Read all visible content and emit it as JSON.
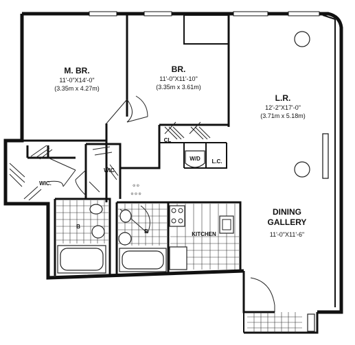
{
  "rooms": {
    "master_bedroom": {
      "name": "M. BR.",
      "dim_imperial": "11'-0\"X14'-0\"",
      "dim_metric": "(3.35m x 4.27m)"
    },
    "bedroom": {
      "name": "BR.",
      "dim_imperial": "11'-0\"X11'-10\"",
      "dim_metric": "(3.35m x 3.61m)"
    },
    "living_room": {
      "name": "L.R.",
      "dim_imperial": "12'-2\"X17'-0\"",
      "dim_metric": "(3.71m x 5.18m)"
    },
    "dining": {
      "name_line1": "DINING",
      "name_line2": "GALLERY",
      "dim_imperial": "11'-0\"X11'-6\""
    }
  },
  "labels": {
    "wic_left": "WIC.",
    "wic_center": "WIC.",
    "closet": "CL",
    "wd": "W/D",
    "linen_closet": "L.C.",
    "bath_1": "B",
    "bath_2": "B",
    "kitchen": "KITCHEN",
    "meter_1": "⊙ ⊙",
    "meter_2": "⊙ ⊙ ⊙"
  }
}
